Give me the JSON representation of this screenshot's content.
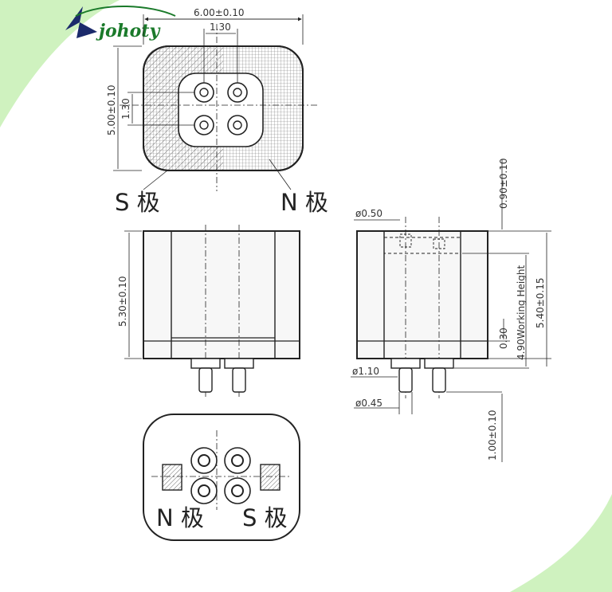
{
  "brand": {
    "name": "johoty"
  },
  "colors": {
    "accent_green": "#7ed957",
    "logo_green": "#1a7a2a",
    "logo_navy": "#1b2a6b",
    "line": "#222222",
    "body_fill": "#f4f4f4"
  },
  "top_view": {
    "width_dim": "6.00±0.10",
    "pin_pitch_h": "1.30",
    "height_dim": "5.00±0.10",
    "pin_pitch_v": "1.30",
    "pole_left": "S 极",
    "pole_right": "N 极"
  },
  "front_view": {
    "height_dim": "5.30±0.10"
  },
  "side_view": {
    "top_dim": "0.90±0.10",
    "hole_dia": "ø0.50",
    "working_height": "4.90Working Height",
    "total_height": "5.40±0.15",
    "base_dim": "0.30",
    "collar_dia": "ø1.10",
    "pin_dia": "ø0.45",
    "pin_len": "1.00±0.10"
  },
  "bottom_view": {
    "pole_left": "N 极",
    "pole_right": "S 极"
  }
}
